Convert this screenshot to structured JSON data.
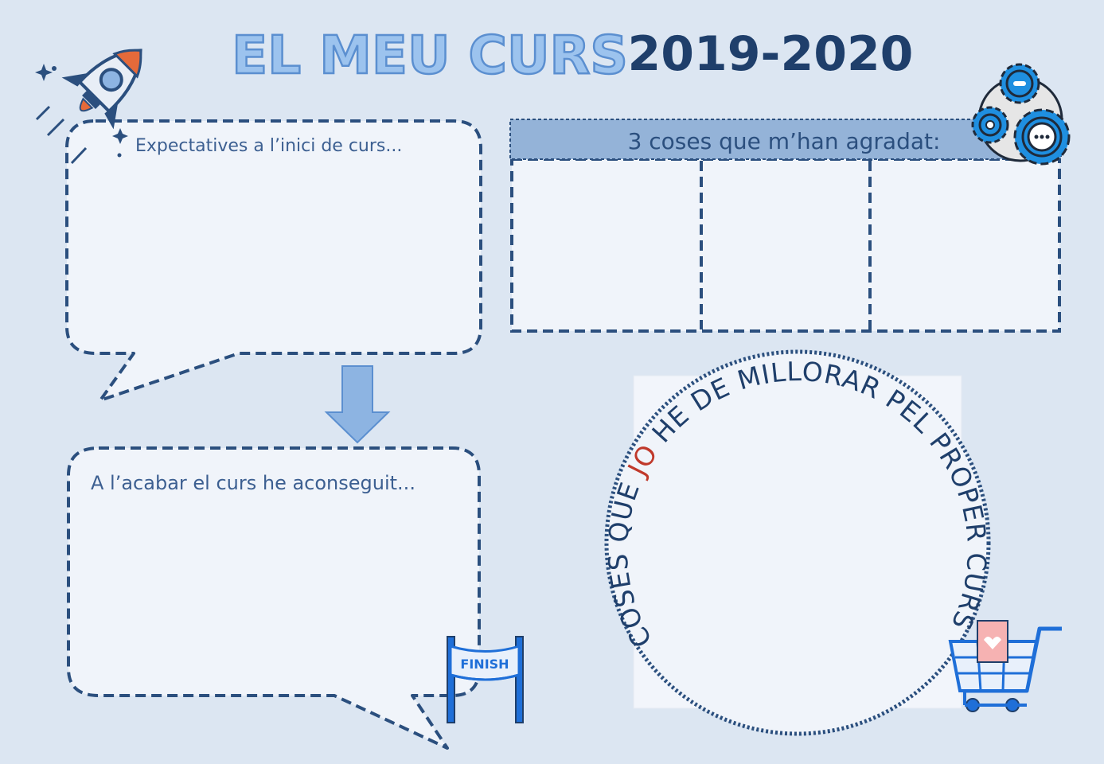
{
  "title": {
    "main": "EL MEU CURS",
    "year": "2019-2020"
  },
  "sections": {
    "expectations": {
      "label": "Expectatives a l’inici de curs..."
    },
    "liked": {
      "label": "3 coses que m’han agradat:"
    },
    "achieved": {
      "label": "A l’acabar el curs he aconseguit..."
    },
    "improve": {
      "part1": "COSES QUE ",
      "highlight": "JO",
      "part2": " HE DE MILLORAR PEL PROPER CURS"
    }
  },
  "illustrations": {
    "finish_banner": "FINISH"
  },
  "colors": {
    "background": "#dce6f2",
    "box_fill": "#f0f4fa",
    "dash_stroke": "#2b4f7e",
    "title_light": "#6a9fd8",
    "title_dark": "#1f3f6b",
    "header_band": "#94b3d8",
    "arrow_fill": "#8db4e2",
    "highlight_red": "#c0392b"
  }
}
